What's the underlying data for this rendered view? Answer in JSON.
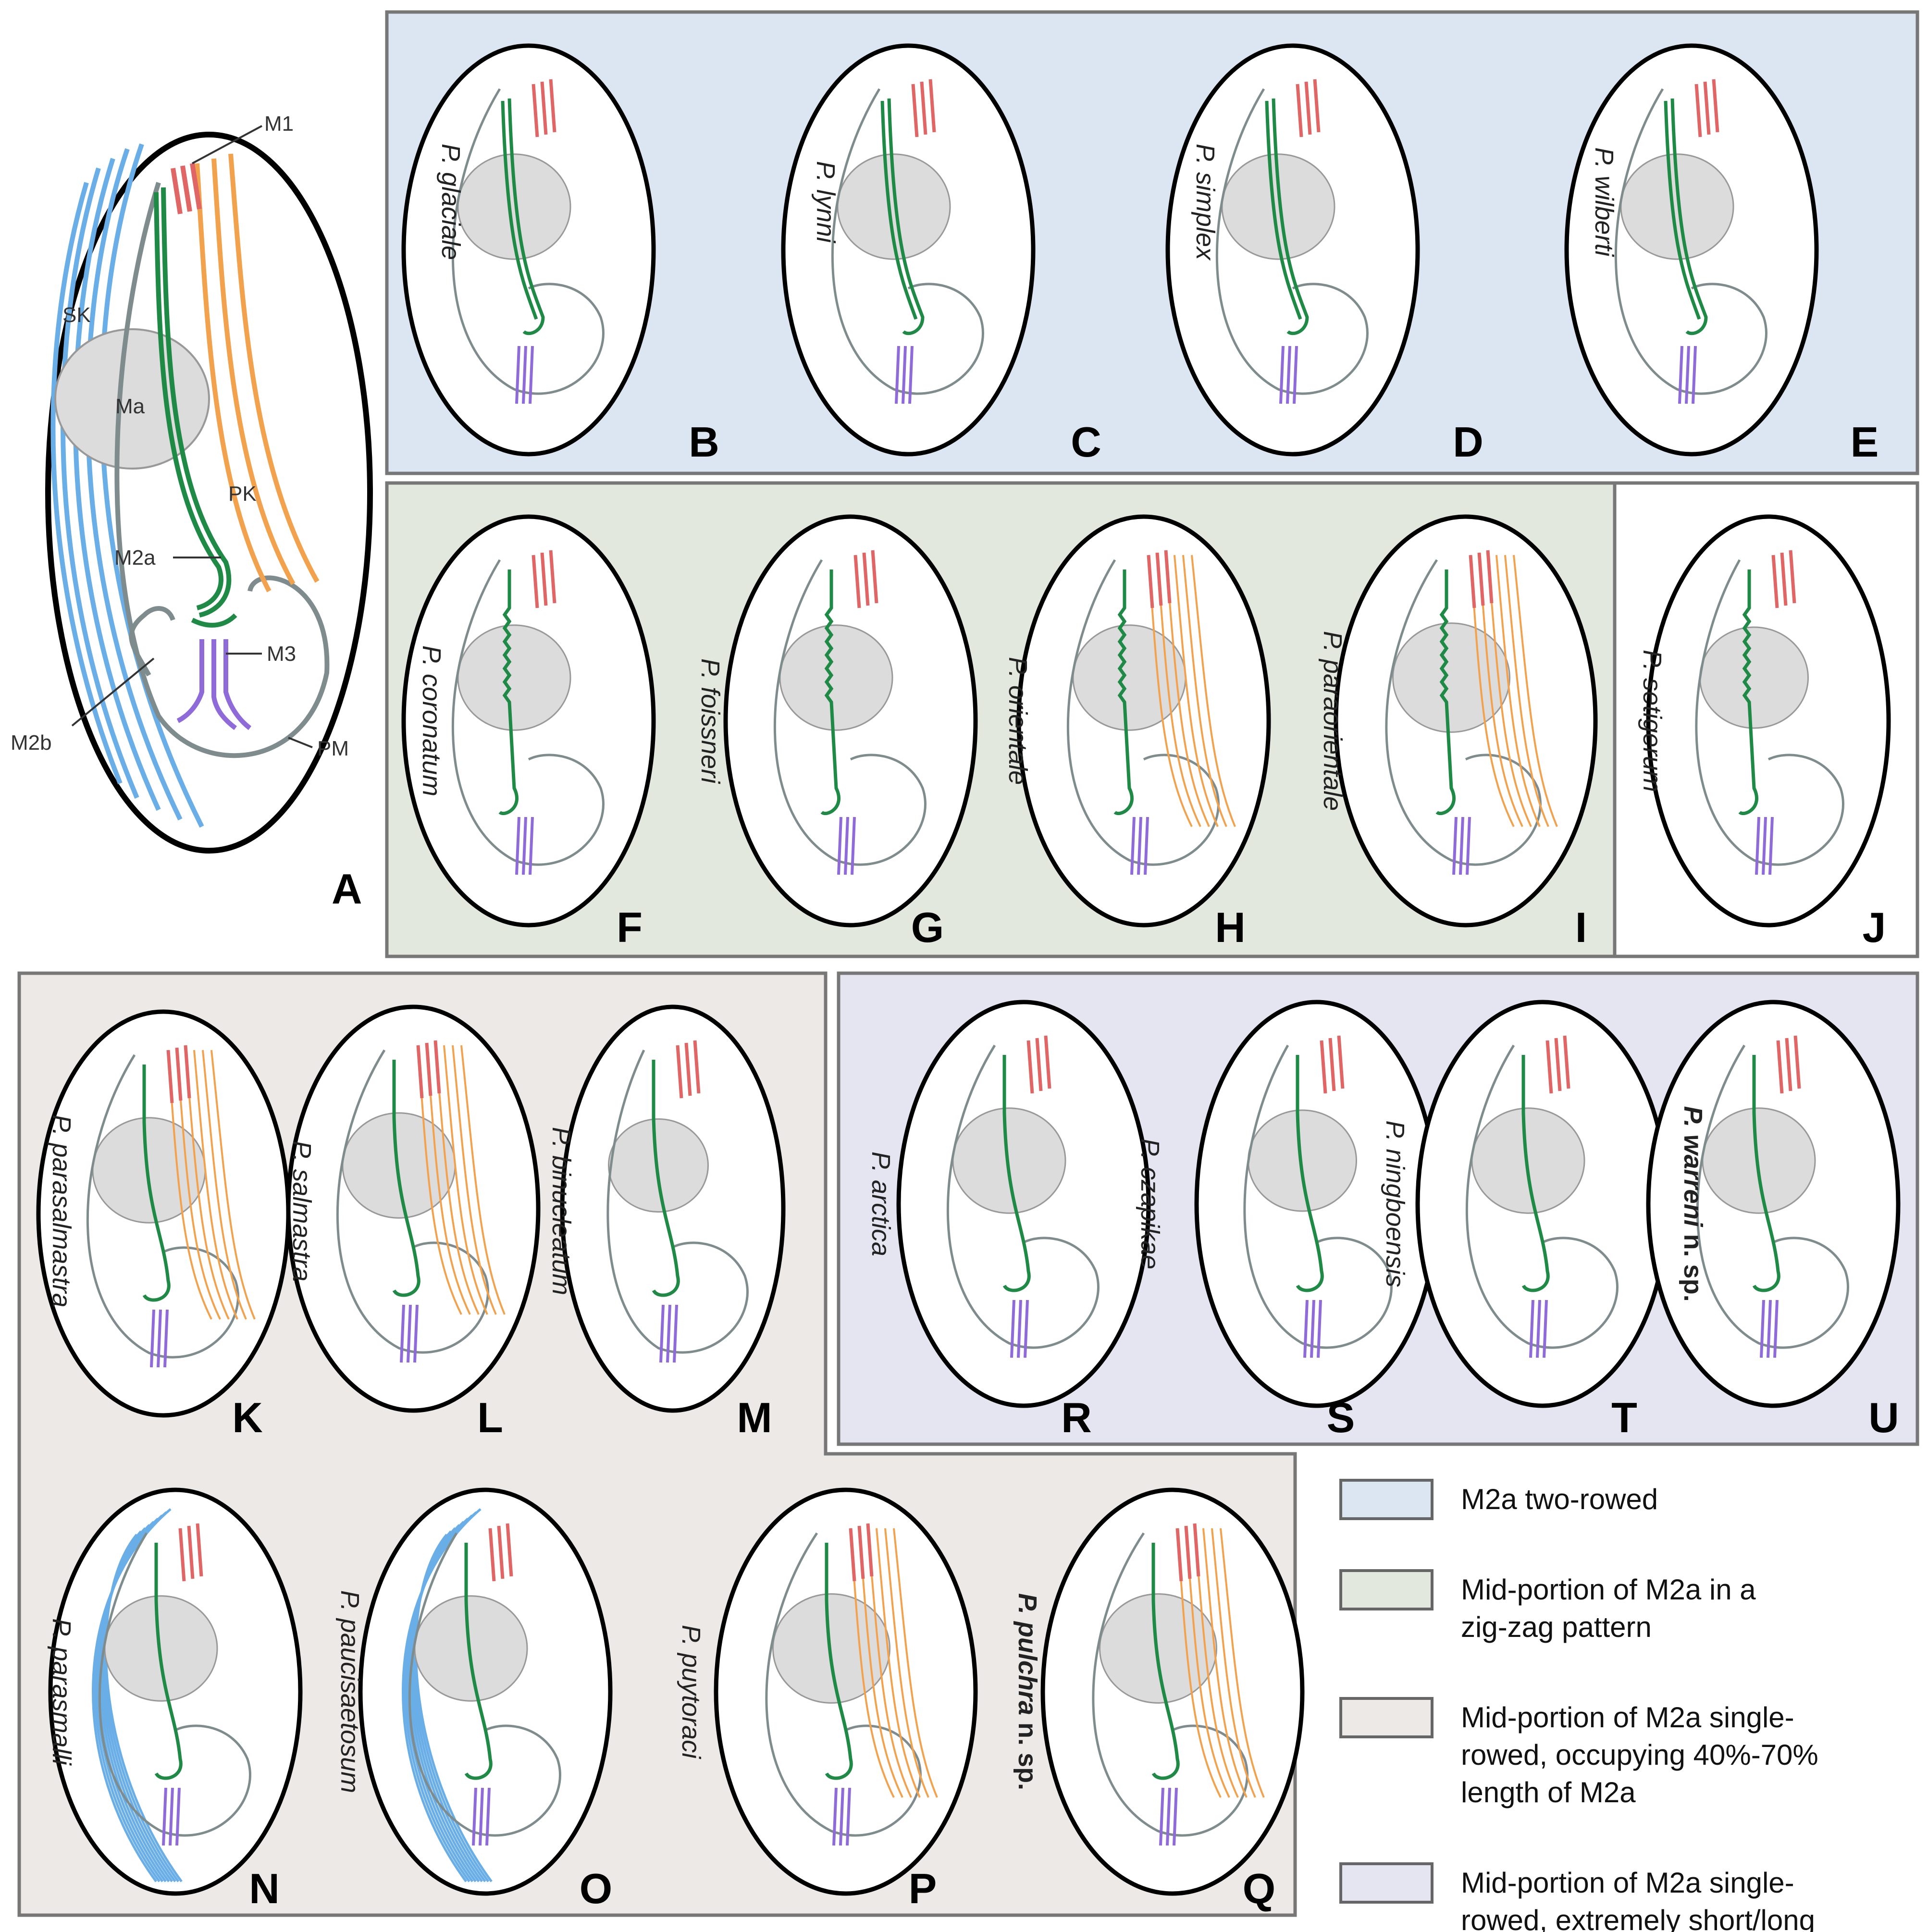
{
  "colors": {
    "M2a_two_rowed": "#dce6f2",
    "zigzag": "#e3e8df",
    "single_40_70": "#ede9e6",
    "single_short_long": "#e5e5f2",
    "M1": "#e06666",
    "M2a": "#1e8a46",
    "M3": "#8e6bd8",
    "PK": "#f2a24c",
    "SK": "#6aaee8",
    "macronucleus": "#dcdcdc",
    "PM": "#7f8c8d",
    "outline": "#000000"
  },
  "panelA": {
    "letter": "A",
    "labels": {
      "M1": "M1",
      "SK": "SK",
      "Ma": "Ma",
      "PK": "PK",
      "M2a": "M2a",
      "M3": "M3",
      "M2b": "M2b",
      "PM": "PM"
    }
  },
  "species": [
    {
      "letter": "B",
      "name": "P. glaciale",
      "italic": "P. glaciale",
      "suffix": ""
    },
    {
      "letter": "C",
      "name": "P. lynni",
      "italic": "P. lynni",
      "suffix": ""
    },
    {
      "letter": "D",
      "name": "P. simplex",
      "italic": "P. simplex",
      "suffix": ""
    },
    {
      "letter": "E",
      "name": "P. wilberti",
      "italic": "P. wilberti",
      "suffix": ""
    },
    {
      "letter": "F",
      "name": "P. coronatum",
      "italic": "P. coronatum",
      "suffix": ""
    },
    {
      "letter": "G",
      "name": "P. foissneri",
      "italic": "P. foissneri",
      "suffix": ""
    },
    {
      "letter": "H",
      "name": "P. orientale",
      "italic": "P. orientale",
      "suffix": ""
    },
    {
      "letter": "I",
      "name": "P. paraorientale",
      "italic": "P. paraorientale",
      "suffix": ""
    },
    {
      "letter": "J",
      "name": "P. setigerum",
      "italic": "P. setigerum",
      "suffix": ""
    },
    {
      "letter": "K",
      "name": "P. parasalmastra",
      "italic": "P. parasalmastra",
      "suffix": ""
    },
    {
      "letter": "L",
      "name": "P. salmastra",
      "italic": "P. salmastra",
      "suffix": ""
    },
    {
      "letter": "M",
      "name": "P. binucleatum",
      "italic": "P. binucleatum",
      "suffix": ""
    },
    {
      "letter": "N",
      "name": "P. parasmalli",
      "italic": "P. parasmalli",
      "suffix": ""
    },
    {
      "letter": "O",
      "name": "P. paucisaetosum",
      "italic": "P. paucisaetosum",
      "suffix": ""
    },
    {
      "letter": "P",
      "name": "P. puytoraci",
      "italic": "P. puytoraci",
      "suffix": ""
    },
    {
      "letter": "Q",
      "name": "P. pulchra n. sp.",
      "italic": "P. pulchra",
      "suffix": " n. sp."
    },
    {
      "letter": "R",
      "name": "P. arctica",
      "italic": "P. arctica",
      "suffix": ""
    },
    {
      "letter": "S",
      "name": "P. czapikae",
      "italic": "P. czapikae",
      "suffix": ""
    },
    {
      "letter": "T",
      "name": "P. ningboensis",
      "italic": "P. ningboensis",
      "suffix": ""
    },
    {
      "letter": "U",
      "name": "P. warreni n. sp.",
      "italic": "P. warreni",
      "suffix": " n. sp."
    }
  ],
  "legend": [
    {
      "color": "#dce6f2",
      "lines": [
        "M2a two-rowed"
      ]
    },
    {
      "color": "#e3e8df",
      "lines": [
        "Mid-portion of M2a in a",
        "zig-zag pattern"
      ]
    },
    {
      "color": "#ede9e6",
      "lines": [
        "Mid-portion of M2a single-",
        "rowed, occupying 40%-70%",
        "length of M2a"
      ]
    },
    {
      "color": "#e5e5f2",
      "lines": [
        "Mid-portion of M2a single-",
        "rowed, extremely short/long"
      ]
    }
  ]
}
